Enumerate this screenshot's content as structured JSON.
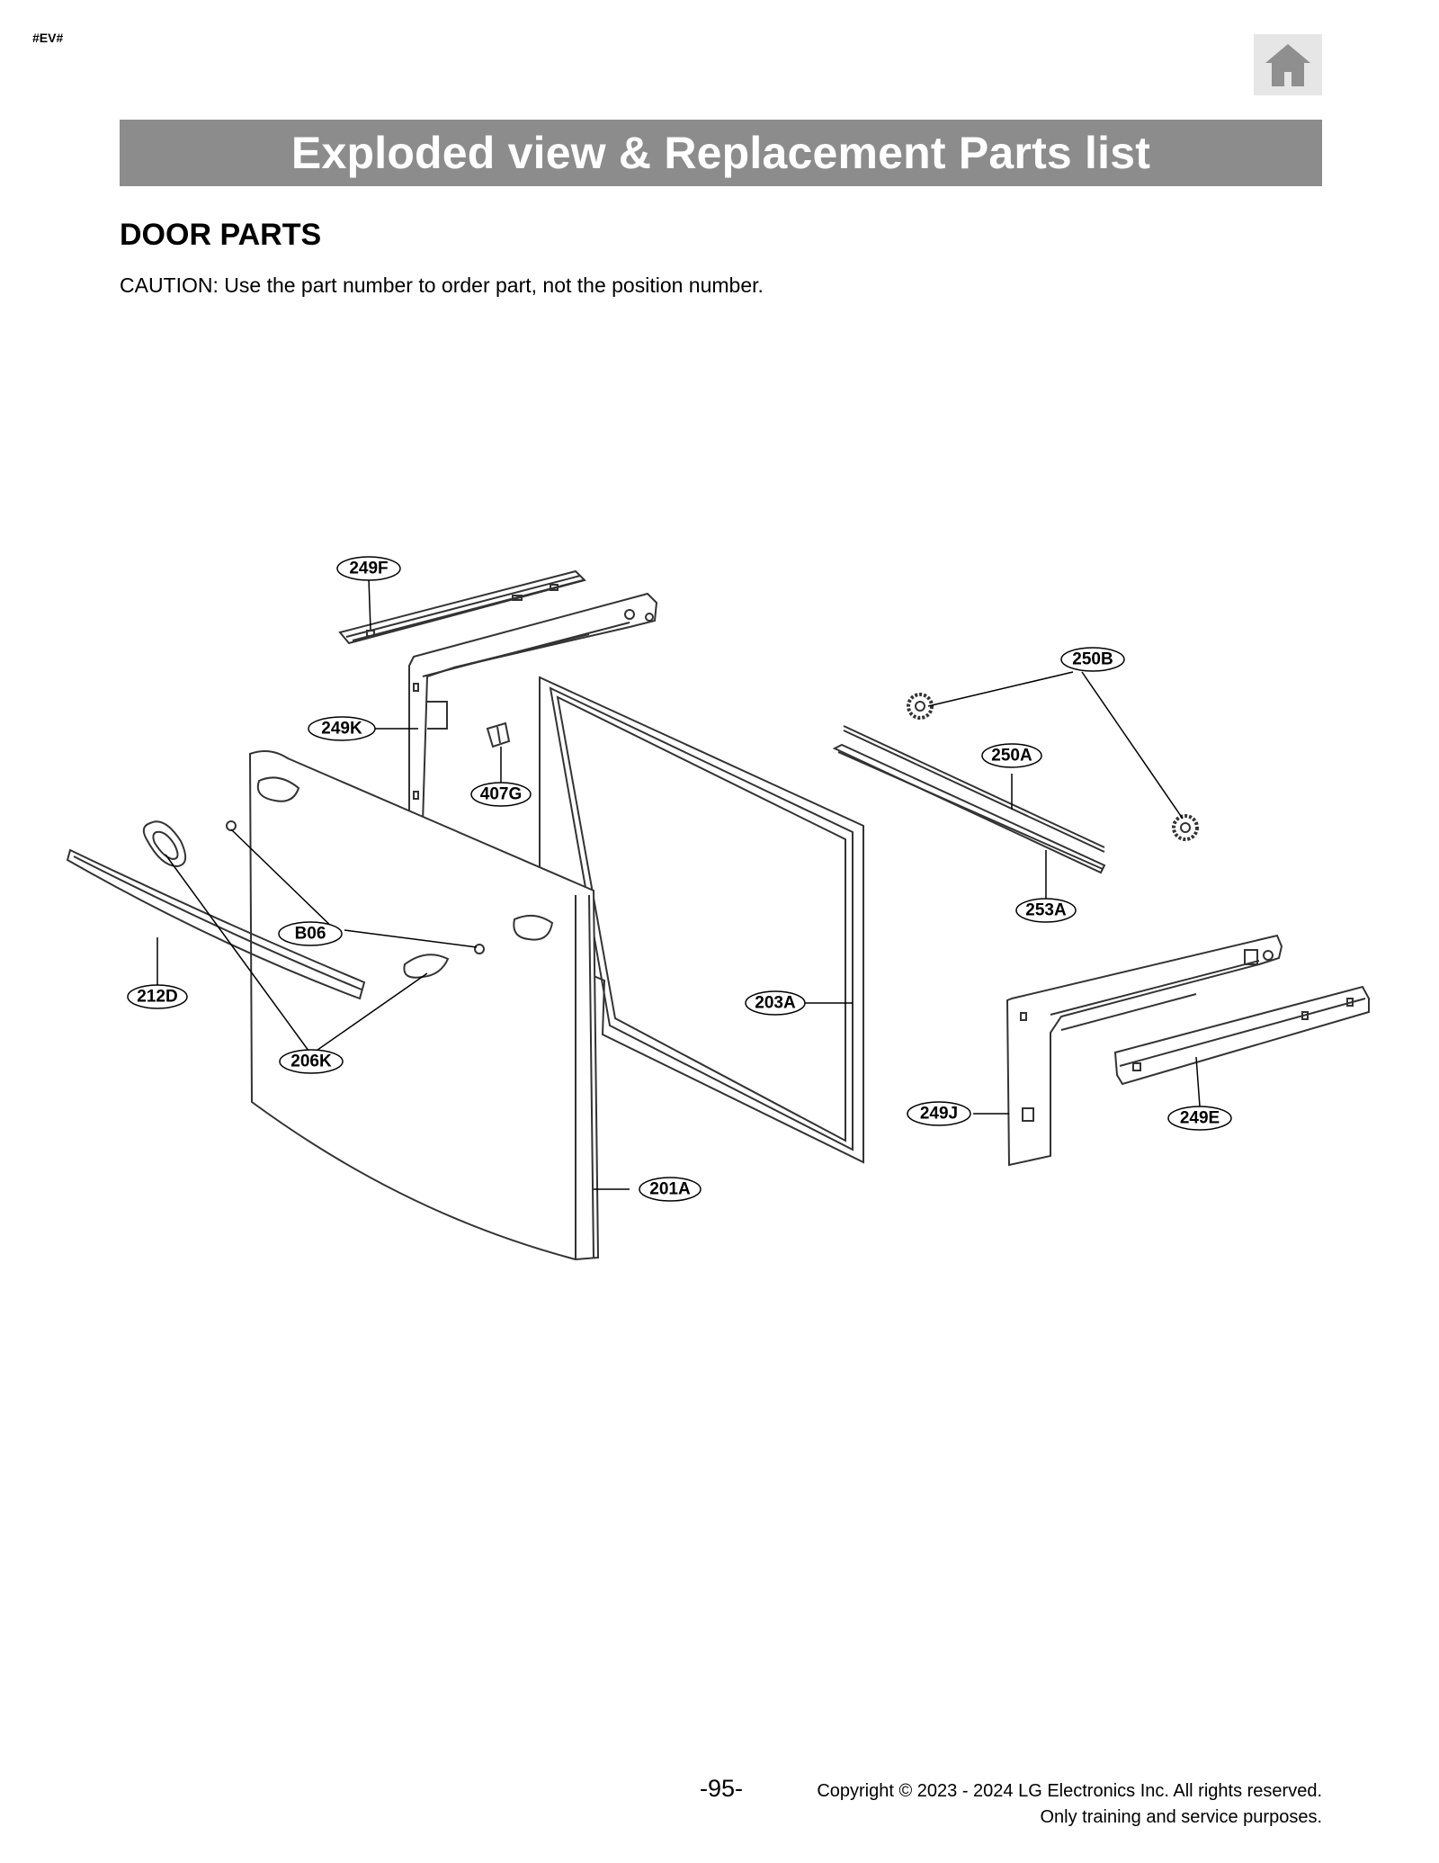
{
  "header": {
    "tag": "#EV#",
    "home_icon": "home-icon",
    "title": "Exploded view & Replacement Parts list"
  },
  "section": {
    "heading": "DOOR PARTS",
    "caution": "CAUTION: Use the part number to order part, not the position number."
  },
  "diagram": {
    "labels": {
      "p249F": "249F",
      "p249K": "249K",
      "p407G": "407G",
      "pB06": "B06",
      "p212D": "212D",
      "p206K": "206K",
      "p203A": "203A",
      "p201A": "201A",
      "p250B": "250B",
      "p250A": "250A",
      "p253A": "253A",
      "p249J": "249J",
      "p249E": "249E"
    }
  },
  "footer": {
    "page_number": "-95-",
    "copyright_line1": "Copyright © 2023 - 2024 LG Electronics Inc. All rights reserved.",
    "copyright_line2": "Only training and service purposes."
  }
}
